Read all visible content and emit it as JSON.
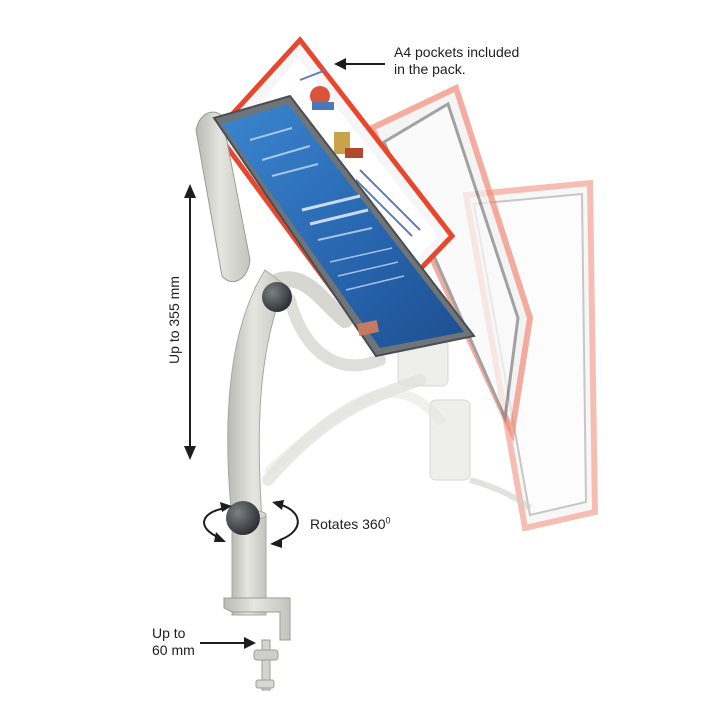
{
  "annotations": {
    "pockets_line1": "A4 pockets included",
    "pockets_line2": "in the pack.",
    "height": "Up to 355 mm",
    "rotate_text": "Rotates 360",
    "rotate_degree": "0",
    "clamp_line1": "Up to",
    "clamp_line2": "60 mm"
  },
  "colors": {
    "pocket_frame": "#e8472e",
    "screen_blue": "#2e6fb8",
    "arm": "#dcdcd6",
    "knob": "#3a3f42",
    "arrow": "#1d1d1d"
  },
  "icons": [
    "arrow-left-icon",
    "double-arrow-vertical-icon",
    "rotate-arrows-icon",
    "arrow-right-icon"
  ]
}
